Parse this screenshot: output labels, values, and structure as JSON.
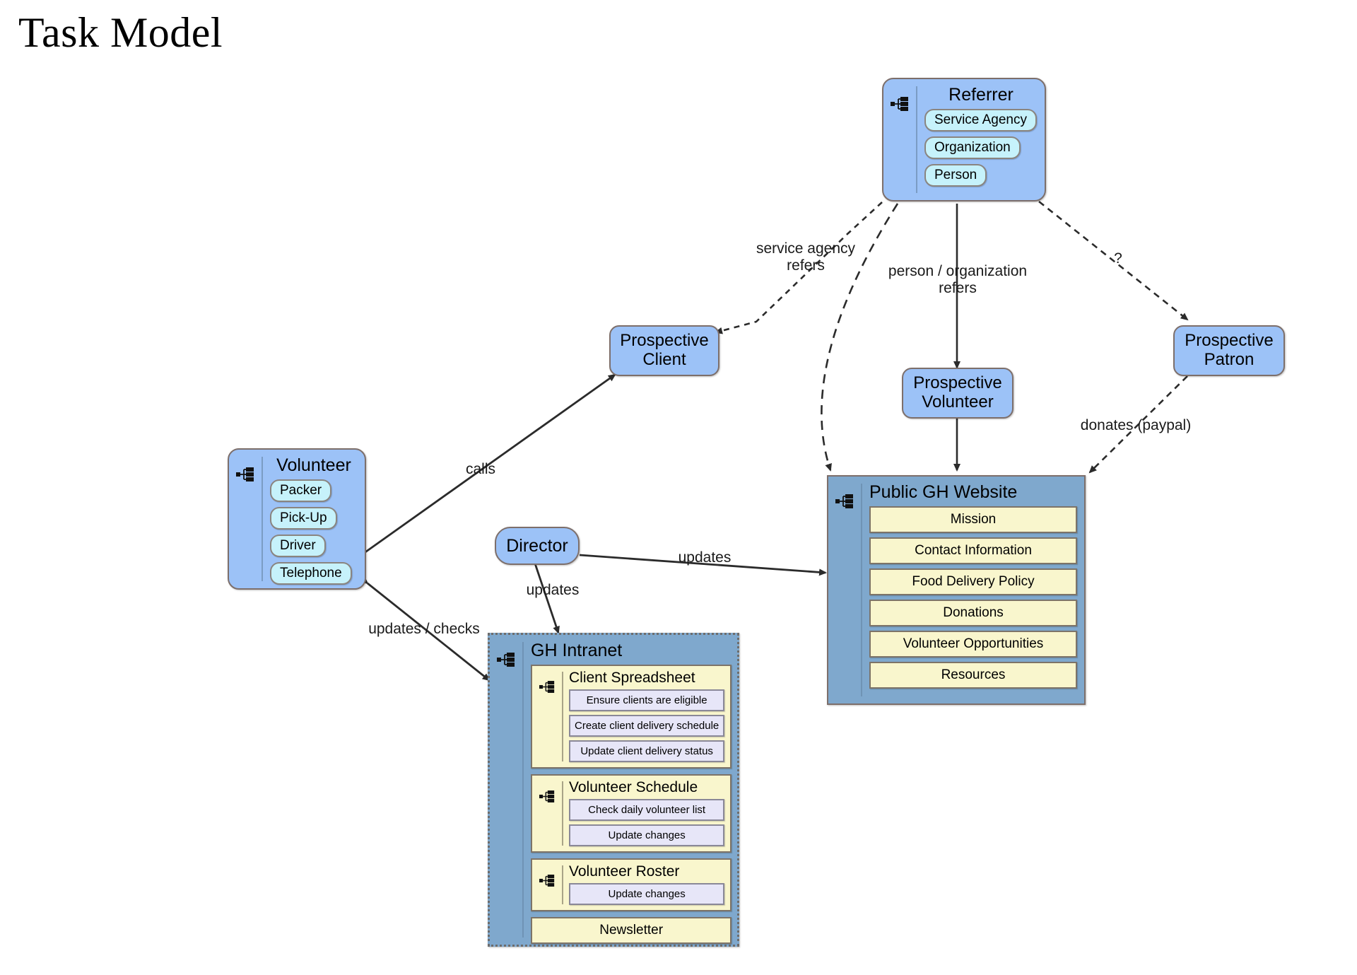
{
  "title": "Task Model",
  "colors": {
    "actor_blue": "#9cc2f7",
    "capsule_cyan": "#c6f2fb",
    "system_steel": "#7fa8cd",
    "item_yellow": "#f9f6cd",
    "task_lavender": "#e7e6f8",
    "border_brown": "#7d6f6b",
    "edge_black": "#2b2b2b",
    "background": "#ffffff"
  },
  "nodes": {
    "referrer": {
      "title": "Referrer",
      "icon": "hierarchy-icon",
      "items": [
        "Service Agency",
        "Organization",
        "Person"
      ]
    },
    "volunteer": {
      "title": "Volunteer",
      "icon": "hierarchy-icon",
      "items": [
        "Packer",
        "Pick-Up",
        "Driver",
        "Telephone"
      ]
    },
    "director": {
      "title": "Director"
    },
    "prospective_client": {
      "title": "Prospective\nClient"
    },
    "prospective_volunteer": {
      "title": "Prospective\nVolunteer"
    },
    "prospective_patron": {
      "title": "Prospective\nPatron"
    },
    "public_website": {
      "title": "Public GH Website",
      "icon": "hierarchy-icon",
      "items": [
        "Mission",
        "Contact Information",
        "Food Delivery Policy",
        "Donations",
        "Volunteer Opportunities",
        "Resources"
      ]
    },
    "gh_intranet": {
      "title": "GH Intranet",
      "icon": "hierarchy-icon",
      "groups": [
        {
          "title": "Client Spreadsheet",
          "icon": "hierarchy-icon",
          "tasks": [
            "Ensure clients are eligible",
            "Create client delivery schedule",
            "Update client delivery status"
          ]
        },
        {
          "title": "Volunteer Schedule",
          "icon": "hierarchy-icon",
          "tasks": [
            "Check daily volunteer list",
            "Update changes"
          ]
        },
        {
          "title": "Volunteer Roster",
          "icon": "hierarchy-icon",
          "tasks": [
            "Update changes"
          ]
        }
      ],
      "plain_items": [
        "Newsletter"
      ]
    }
  },
  "edges": {
    "service_agency_refers": "service agency\nrefers",
    "person_organization_refers": "person / organization\nrefers",
    "question": "?",
    "donates_paypal": "donates (paypal)",
    "calls": "calls",
    "updates_director_website": "updates",
    "updates_director_intranet": "updates",
    "updates_checks": "updates / checks"
  }
}
